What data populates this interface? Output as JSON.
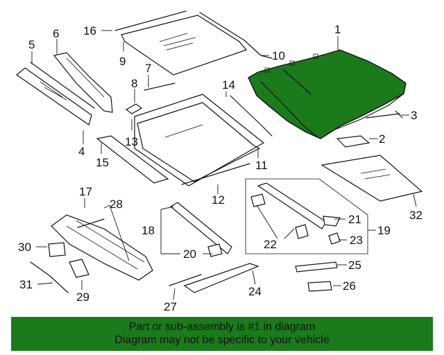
{
  "callouts": [
    "1",
    "2",
    "3",
    "4",
    "5",
    "6",
    "7",
    "8",
    "9",
    "10",
    "11",
    "12",
    "13",
    "14",
    "15",
    "16",
    "17",
    "18",
    "19",
    "20",
    "21",
    "22",
    "23",
    "24",
    "25",
    "26",
    "27",
    "28",
    "29",
    "30",
    "31",
    "32"
  ],
  "highlight_color": "#1b7a1b",
  "banner": {
    "line1": "Part or sub-assembly is #1 in diagram",
    "line2": "Diagram may not be specific to your vehicle"
  }
}
